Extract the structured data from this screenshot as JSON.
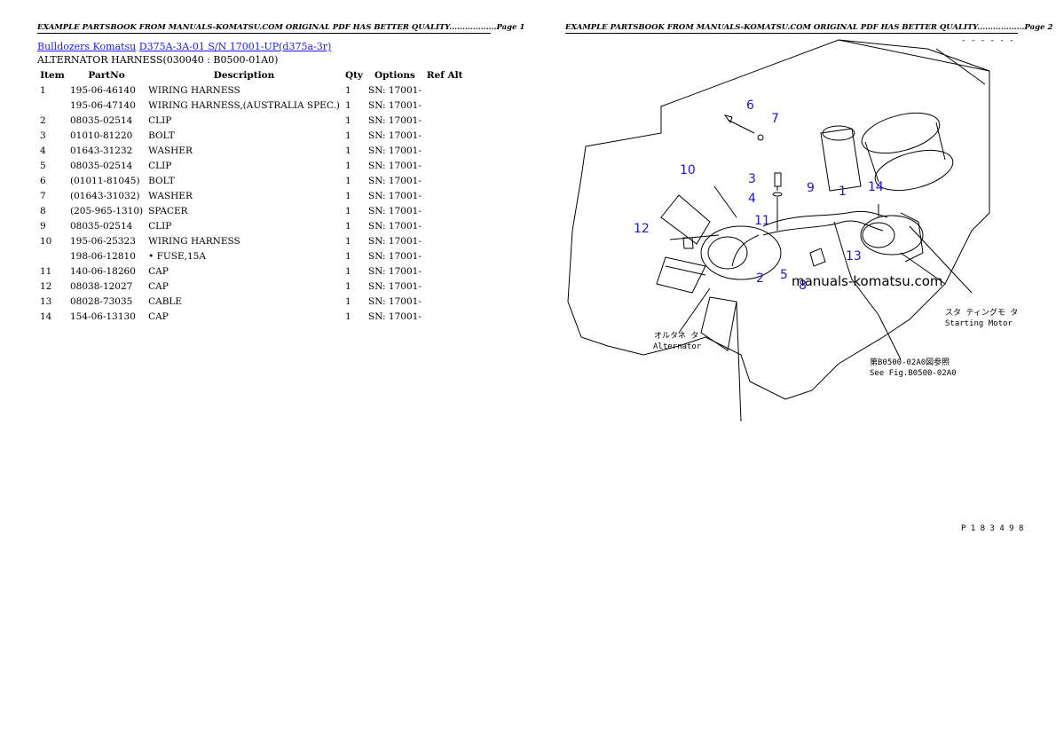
{
  "header": {
    "page1": "EXAMPLE PARTSBOOK FROM MANUALS-KOMATSU.COM ORIGINAL PDF HAS BETTER QUALITY..................Page 1",
    "page2": "EXAMPLE PARTSBOOK FROM MANUALS-KOMATSU.COM ORIGINAL PDF HAS BETTER QUALITY..................Page 2"
  },
  "breadcrumb": {
    "link1": "Bulldozers Komatsu",
    "link2": "D375A-3A-01 S/N 17001-UP(d375a-3r)"
  },
  "page_title": "ALTERNATOR HARNESS(030040 : B0500-01A0)",
  "table": {
    "headers": [
      "Item",
      "PartNo",
      "Description",
      "Qty",
      "Options",
      "Ref Alt"
    ],
    "rows": [
      {
        "item": "1",
        "partno": "195-06-46140",
        "desc": "WIRING HARNESS",
        "qty": "1",
        "options": "SN: 17001-",
        "ref": ""
      },
      {
        "item": "",
        "partno": "195-06-47140",
        "desc": "WIRING HARNESS,(AUSTRALIA SPEC.)",
        "qty": "1",
        "options": "SN: 17001-",
        "ref": ""
      },
      {
        "item": "2",
        "partno": "08035-02514",
        "desc": "CLIP",
        "qty": "1",
        "options": "SN: 17001-",
        "ref": ""
      },
      {
        "item": "3",
        "partno": "01010-81220",
        "desc": "BOLT",
        "qty": "1",
        "options": "SN: 17001-",
        "ref": ""
      },
      {
        "item": "4",
        "partno": "01643-31232",
        "desc": "WASHER",
        "qty": "1",
        "options": "SN: 17001-",
        "ref": ""
      },
      {
        "item": "5",
        "partno": "08035-02514",
        "desc": "CLIP",
        "qty": "1",
        "options": "SN: 17001-",
        "ref": ""
      },
      {
        "item": "6",
        "partno": "(01011-81045)",
        "desc": "BOLT",
        "qty": "1",
        "options": "SN: 17001-",
        "ref": ""
      },
      {
        "item": "7",
        "partno": "(01643-31032)",
        "desc": "WASHER",
        "qty": "1",
        "options": "SN: 17001-",
        "ref": ""
      },
      {
        "item": "8",
        "partno": "(205-965-1310)",
        "desc": "SPACER",
        "qty": "1",
        "options": "SN: 17001-",
        "ref": ""
      },
      {
        "item": "9",
        "partno": "08035-02514",
        "desc": "CLIP",
        "qty": "1",
        "options": "SN: 17001-",
        "ref": ""
      },
      {
        "item": "10",
        "partno": "195-06-25323",
        "desc": "WIRING HARNESS",
        "qty": "1",
        "options": "SN: 17001-",
        "ref": ""
      },
      {
        "item": "",
        "partno": "198-06-12810",
        "desc": "• FUSE,15A",
        "qty": "1",
        "options": "SN: 17001-",
        "ref": ""
      },
      {
        "item": "11",
        "partno": "140-06-18260",
        "desc": "CAP",
        "qty": "1",
        "options": "SN: 17001-",
        "ref": ""
      },
      {
        "item": "12",
        "partno": "08038-12027",
        "desc": "CAP",
        "qty": "1",
        "options": "SN: 17001-",
        "ref": ""
      },
      {
        "item": "13",
        "partno": "08028-73035",
        "desc": "CABLE",
        "qty": "1",
        "options": "SN: 17001-",
        "ref": ""
      },
      {
        "item": "14",
        "partno": "154-06-13130",
        "desc": "CAP",
        "qty": "1",
        "options": "SN: 17001-",
        "ref": ""
      }
    ]
  },
  "diagram": {
    "callouts": [
      "6",
      "7",
      "10",
      "3",
      "4",
      "9",
      "1",
      "14",
      "11",
      "12",
      "2",
      "5",
      "8",
      "13"
    ],
    "watermark": "manuals-komatsu.com",
    "alternator_jp": "オルタネ タ",
    "alternator_en": "Alternator",
    "starting_motor_jp": "スタ ティングモ タ",
    "starting_motor_en": "Starting Motor",
    "see_fig_jp": "第B0500-02A0図参照",
    "see_fig_en": "See Fig.B0500-02A0",
    "fig_code": "P 1 8 3 4 9 8",
    "top_code": "- - - - - -"
  },
  "colors": {
    "link": "#1a1aee",
    "callout": "#1a1acc"
  }
}
